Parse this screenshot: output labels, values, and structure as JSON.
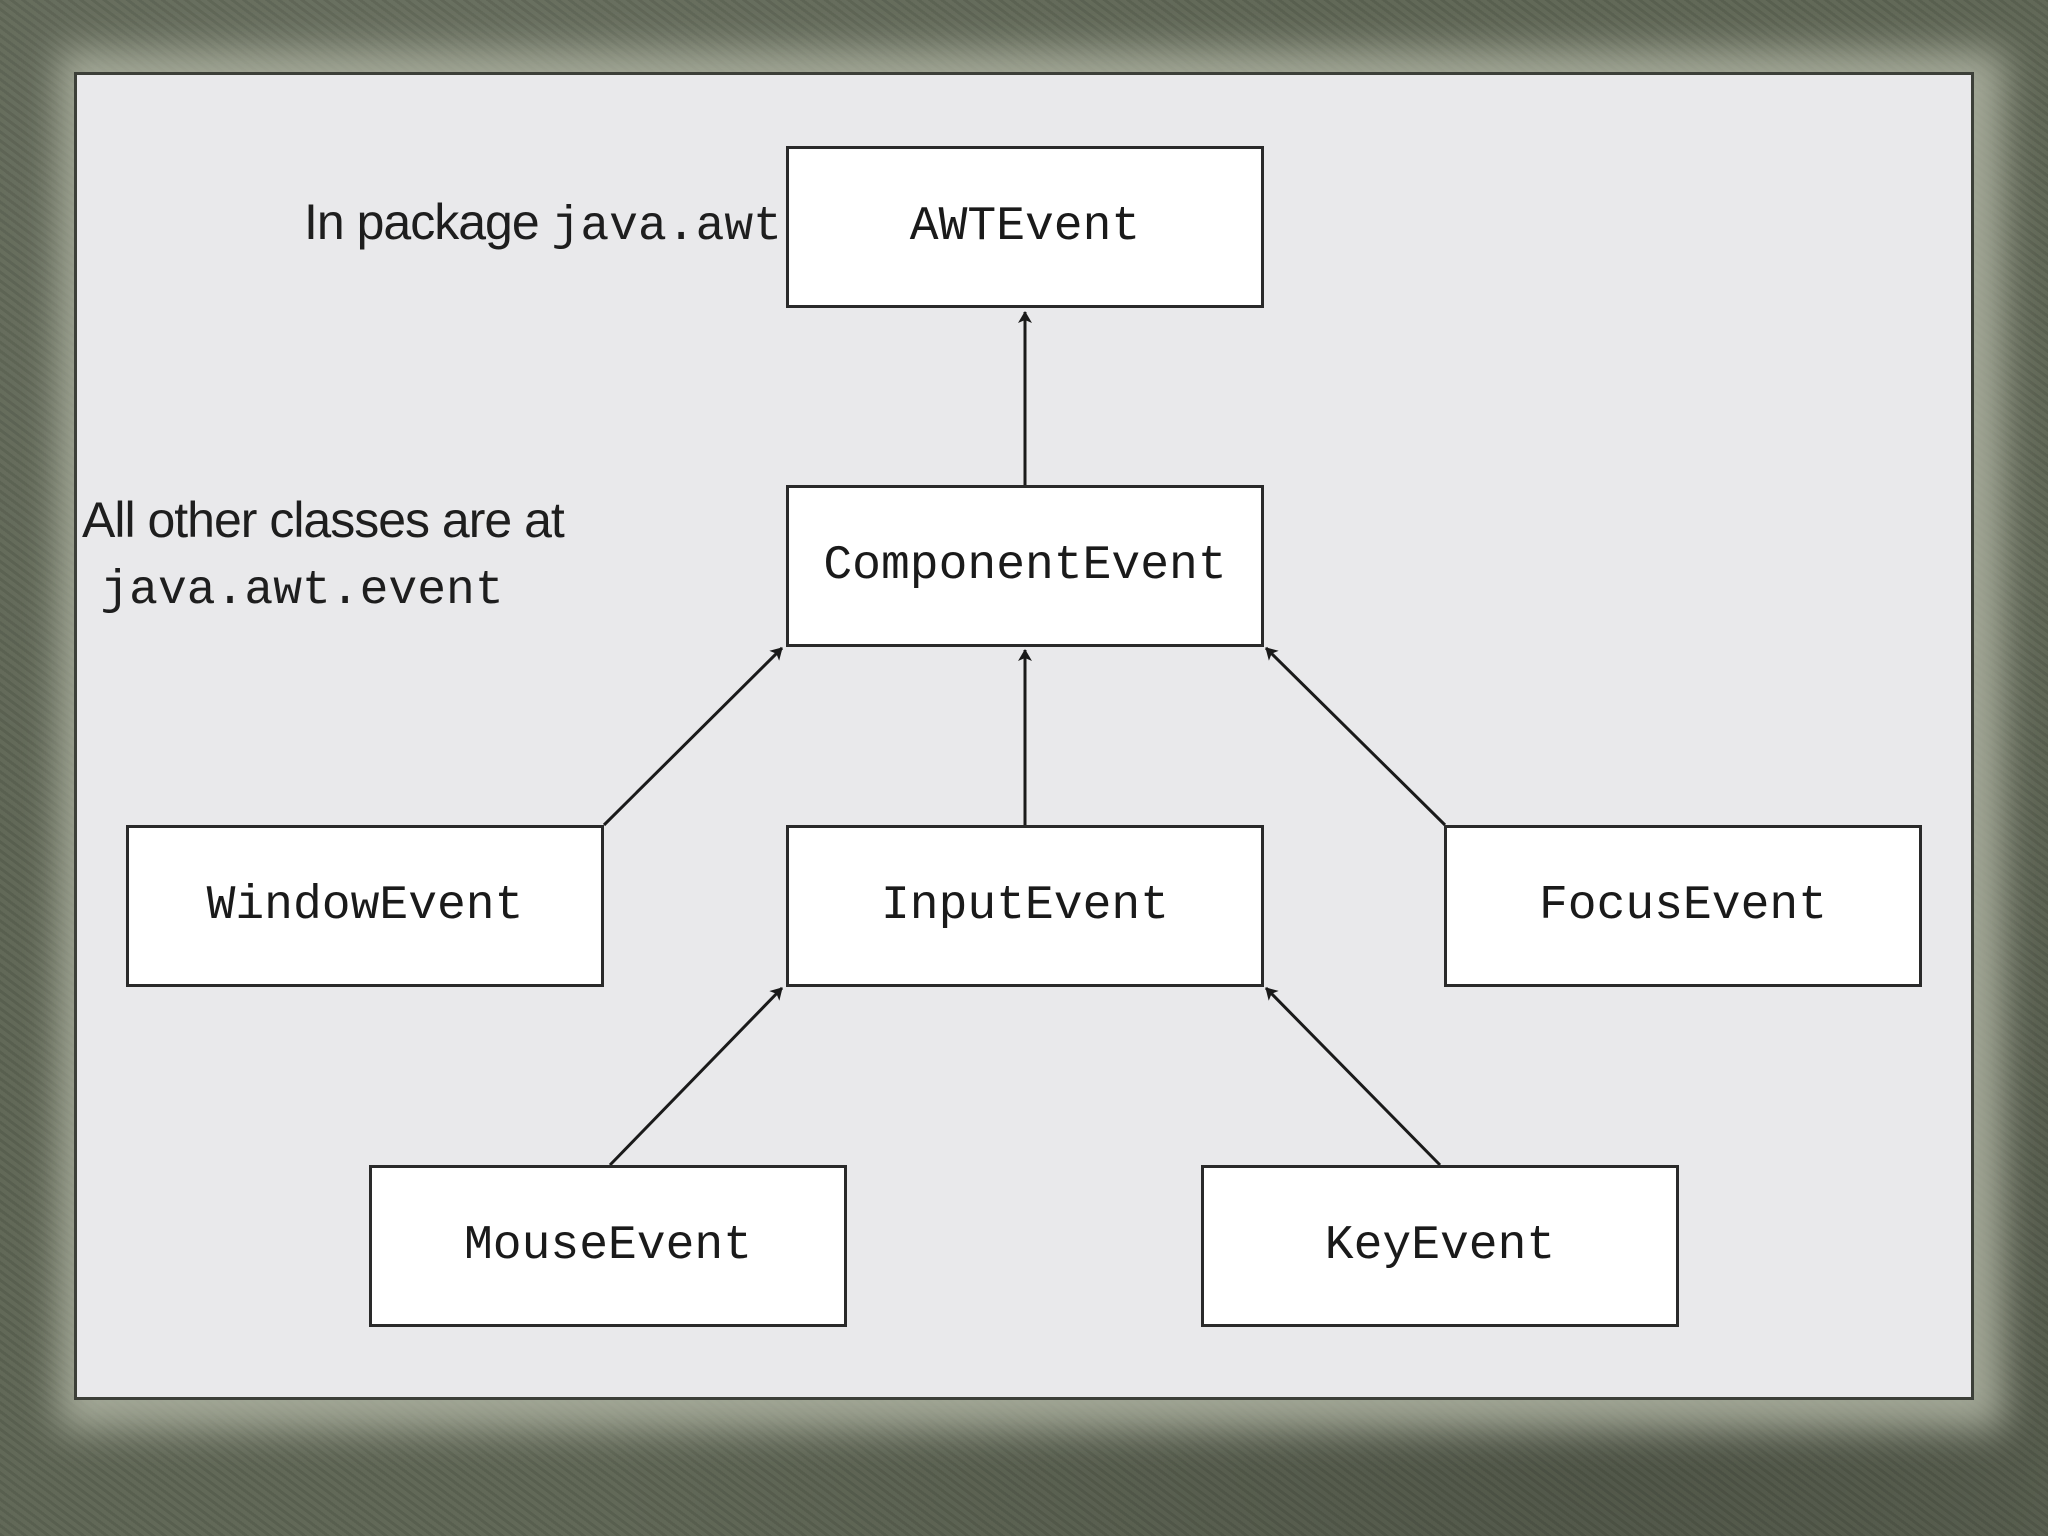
{
  "notes": {
    "package_prefix": "In package",
    "package_name": "java.awt",
    "other_line1": "All other classes are at",
    "other_line2": "java.awt.event"
  },
  "classes": {
    "awt_event": "AWTEvent",
    "component_event": "ComponentEvent",
    "window_event": "WindowEvent",
    "input_event": "InputEvent",
    "focus_event": "FocusEvent",
    "mouse_event": "MouseEvent",
    "key_event": "KeyEvent"
  },
  "edges": [
    {
      "from": "ComponentEvent",
      "to": "AWTEvent"
    },
    {
      "from": "WindowEvent",
      "to": "ComponentEvent"
    },
    {
      "from": "InputEvent",
      "to": "ComponentEvent"
    },
    {
      "from": "FocusEvent",
      "to": "ComponentEvent"
    },
    {
      "from": "MouseEvent",
      "to": "InputEvent"
    },
    {
      "from": "KeyEvent",
      "to": "InputEvent"
    }
  ],
  "colors": {
    "frame": "#5d6453",
    "paper": "#e9e9eb",
    "box_fill": "#ffffff",
    "line": "#1a1a1a"
  }
}
